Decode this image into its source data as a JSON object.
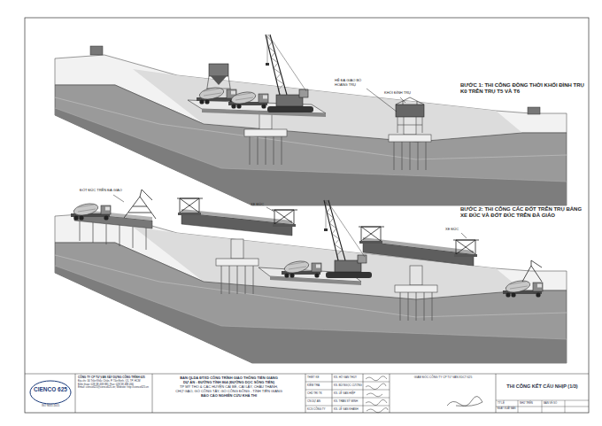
{
  "diagram": {
    "title": "THI CÔNG KẾT CẤU NHỊP (1/3)",
    "labels": [
      "BƯỚC 1: THI CÔNG ĐỒNG THỜI KHỐI ĐỈNH TRỤ K0 TRÊN TRỤ T5 VÀ T6",
      "HỆ ĐÀ GIÁO BÓ HOÀNG TRỤ",
      "KHỐI ĐỈNH TRỤ",
      "ĐỐT ĐÚC TRÊN ĐÀ GIÁO",
      "XE ĐÚC",
      "BƯỚC 2: THI CÔNG CÁC ĐỐT TRÊN TRỤ BẰNG XE ĐÚC VÀ ĐỐT ĐÚC TRÊN ĐÀ GIÁO",
      "XE ĐÚC",
      "CIENCO 625",
      "ISO 9001:2015",
      "CÔNG TY CP TƯ VẤN XÂY DỰNG CÔNG TRÌNH 625",
      "Địa chỉ: 34 Trần Khắc Chân, P. Tân Định, Q1, TP. HCM",
      "Điện thoại: 028 38 438 881; Fax: 028 38 488 466",
      "Email: cienco625@cienco625.vn; Website: http://cienco625.vn",
      "BAN QLDA ĐTXD CÔNG TRÌNH GIAO THÔNG TIỀN GIANG",
      "DỰ ÁN : ĐƯỜNG TỈNH 864 (ĐƯỜNG DỌC SÔNG TIỀN)",
      "TP MỸ THO & CÁC HUYỆN CÁI BÈ, CAI LẬY, CHÂU THÀNH,",
      "CHỢ GẠO, GÒ CÔNG TÂY, GÒ CÔNG ĐÔNG - TỈNH TIỀN GIANG",
      "BÁO CÁO NGHIÊN CỨU KHẢ THI",
      "THIẾT KẾ",
      "KS. HỒ VĂN THUY",
      "KIỂM TRA",
      "KS. BÙI NGỌC CƯƠNG",
      "CHỦ TRÌ TK",
      "KS. LÊ VĂN HIỆP",
      "CN DỰ ÁN",
      "KS. TRẦN SỸ MINH",
      "KCS CÔNG TY",
      "KS. LÊ VĂN KHÁNH",
      "GIÁM ĐỐC CÔNG TY CP TƯ VẤN XDCT 625",
      "TỶ LỆ",
      "NHƯ TRÊN",
      "BẢN VẼ SỐ",
      "NGÀY XUẤT BẢN"
    ]
  }
}
